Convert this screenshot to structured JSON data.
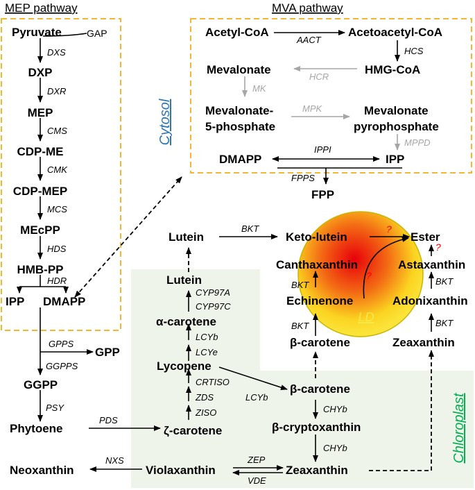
{
  "headers": {
    "mep": "MEP pathway",
    "mva": "MVA pathway"
  },
  "compartments": {
    "cytosol": "Cytosol",
    "chloroplast": "Chloroplast",
    "ld": "LD"
  },
  "metabolites": {
    "pyruvate": "Pyruvate",
    "gap": "GAP",
    "dxp": "DXP",
    "mep": "MEP",
    "cdp_me": "CDP-ME",
    "cdp_mep": "CDP-MEP",
    "mecpp": "MEcPP",
    "hmb_pp": "HMB-PP",
    "ipp_mep": "IPP",
    "dmapp_mep": "DMAPP",
    "gpp": "GPP",
    "ggpp": "GGPP",
    "phytoene": "Phytoene",
    "zeta_carotene": "ζ-carotene",
    "lycopene": "Lycopene",
    "alpha_carotene": "α-carotene",
    "lutein_lower": "Lutein",
    "lutein_upper": "Lutein",
    "keto_lutein": "Keto-lutein",
    "ester": "Ester",
    "canthaxanthin": "Canthaxanthin",
    "astaxanthin": "Astaxanthin",
    "echinenone": "Echinenone",
    "adonixanthin": "Adonixanthin",
    "beta_carotene_ld": "β-carotene",
    "zeaxanthin_ld": "Zeaxanthin",
    "beta_carotene": "β-carotene",
    "beta_cryptoxanthin": "β-cryptoxanthin",
    "zeaxanthin": "Zeaxanthin",
    "violaxanthin": "Violaxanthin",
    "neoxanthin": "Neoxanthin",
    "acetyl_coa": "Acetyl-CoA",
    "acetoacetyl_coa": "Acetoacetyl-CoA",
    "hmg_coa": "HMG-CoA",
    "mevalonate": "Mevalonate",
    "mev5p_line1": "Mevalonate-",
    "mev5p_line2": "5-phosphate",
    "mevpp_line1": "Mevalonate",
    "mevpp_line2": "pyrophosphate",
    "dmapp_mva": "DMAPP",
    "ipp_mva": "IPP",
    "fpp": "FPP"
  },
  "enzymes": {
    "dxs": "DXS",
    "dxr": "DXR",
    "cms": "CMS",
    "cmk": "CMK",
    "mcs": "MCS",
    "hds": "HDS",
    "hdr": "HDR",
    "gpps": "GPPS",
    "ggpps": "GGPPS",
    "psy": "PSY",
    "pds": "PDS",
    "ziso": "ZISO",
    "zds": "ZDS",
    "crtiso": "CRTISO",
    "lycb_lycopene": "LCYb",
    "lyce": "LCYe",
    "lycb_alpha": "LCYb",
    "cyp97c": "CYP97C",
    "cyp97a": "CYP97A",
    "bkt_lutein": "BKT",
    "chyb_1": "CHYb",
    "chyb_2": "CHYb",
    "zep": "ZEP",
    "vde": "VDE",
    "nxs": "NXS",
    "bkt_echinenone": "BKT",
    "bkt_canthaxanthin": "BKT",
    "bkt_adonixanthin": "BKT",
    "bkt_astaxanthin": "BKT",
    "aact": "AACT",
    "hcs": "HCS",
    "hcr": "HCR",
    "mk": "MK",
    "mpk": "MPK",
    "mppd": "MPPD",
    "ippi": "IPPI",
    "fpps": "FPPS"
  },
  "marks": {
    "q1": "?",
    "q2": "?",
    "q3": "?"
  },
  "colors": {
    "cytosol_box": "#f2b632",
    "cytosol_label": "#2e75b6",
    "chloroplast_bg": "#eef4ea",
    "chloroplast_label": "#00b050",
    "ld_label": "#f7e94a",
    "ld_outline": "#c9b400",
    "question": "#ff0000",
    "grey_step": "#a6a6a6"
  }
}
